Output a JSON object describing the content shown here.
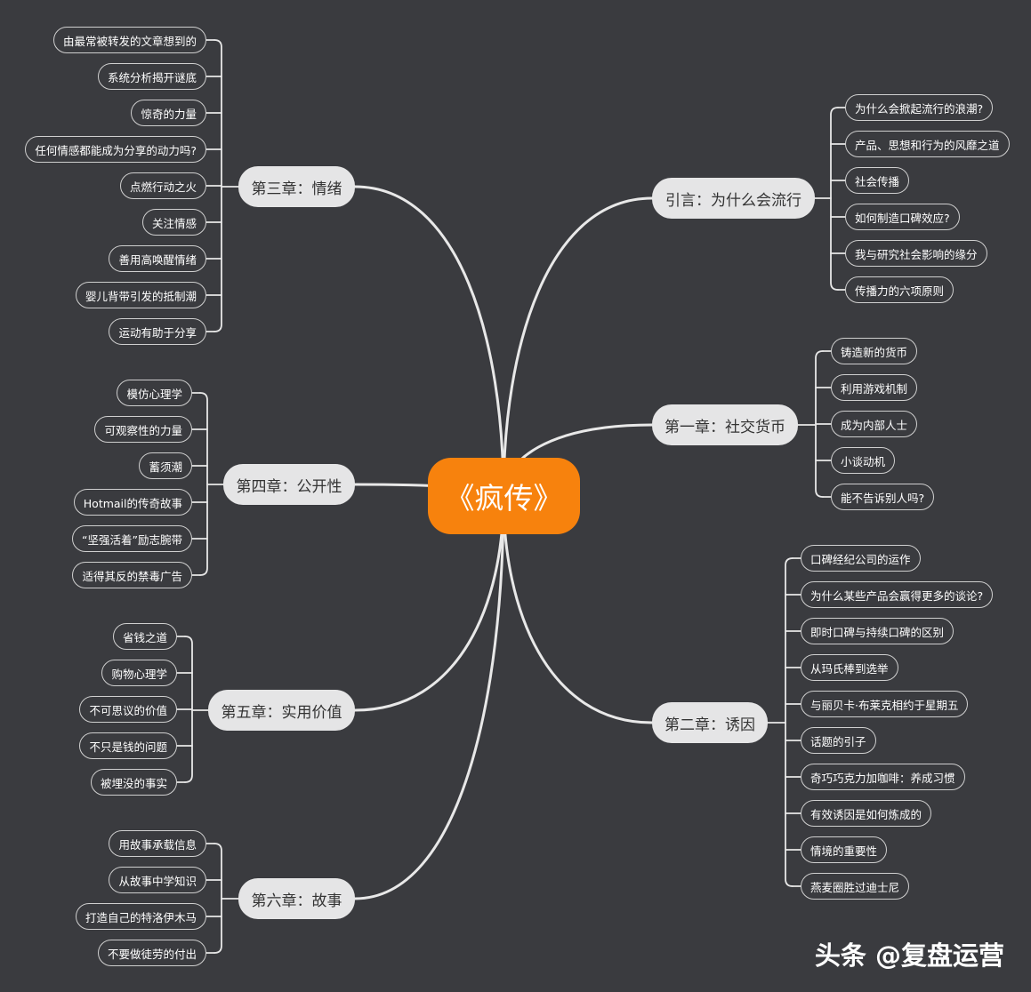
{
  "central": "《疯传》",
  "branches": [
    {
      "id": "intro",
      "topic": "引言：为什么会流行",
      "items": [
        "为什么会掀起流行的浪潮?",
        "产品、思想和行为的风靡之道",
        "社会传播",
        "如何制造口碑效应?",
        "我与研究社会影响的缘分",
        "传播力的六项原则"
      ]
    },
    {
      "id": "ch1",
      "topic": "第一章：社交货币",
      "items": [
        "铸造新的货币",
        "利用游戏机制",
        "成为内部人士",
        "小谈动机",
        "能不告诉别人吗?"
      ]
    },
    {
      "id": "ch2",
      "topic": "第二章：诱因",
      "items": [
        "口碑经纪公司的运作",
        "为什么某些产品会赢得更多的谈论?",
        "即时口碑与持续口碑的区别",
        "从玛氏棒到选举",
        "与丽贝卡·布莱克相约于星期五",
        "话题的引子",
        "奇巧巧克力加咖啡：养成习惯",
        "有效诱因是如何炼成的",
        "情境的重要性",
        "燕麦圈胜过迪士尼"
      ]
    },
    {
      "id": "ch3",
      "topic": "第三章：情绪",
      "items": [
        "由最常被转发的文章想到的",
        "系统分析揭开谜底",
        "惊奇的力量",
        "任何情感都能成为分享的动力吗?",
        "点燃行动之火",
        "关注情感",
        "善用高唤醒情绪",
        "婴儿背带引发的抵制潮",
        "运动有助于分享"
      ]
    },
    {
      "id": "ch4",
      "topic": "第四章：公开性",
      "items": [
        "模仿心理学",
        "可观察性的力量",
        "蓄须潮",
        "Hotmail的传奇故事",
        "“坚强活着”励志腕带",
        "适得其反的禁毒广告"
      ]
    },
    {
      "id": "ch5",
      "topic": "第五章：实用价值",
      "items": [
        "省钱之道",
        "购物心理学",
        "不可思议的价值",
        "不只是钱的问题",
        "被埋没的事实"
      ]
    },
    {
      "id": "ch6",
      "topic": "第六章：故事",
      "items": [
        "用故事承载信息",
        "从故事中学知识",
        "打造自己的特洛伊木马",
        "不要做徒劳的付出"
      ]
    }
  ],
  "watermark": "头条 @复盘运营",
  "colors": {
    "background": "#3a3b3f",
    "central": "#f7820d",
    "topic": "#e5e5e6",
    "line": "#e8e8e8"
  }
}
